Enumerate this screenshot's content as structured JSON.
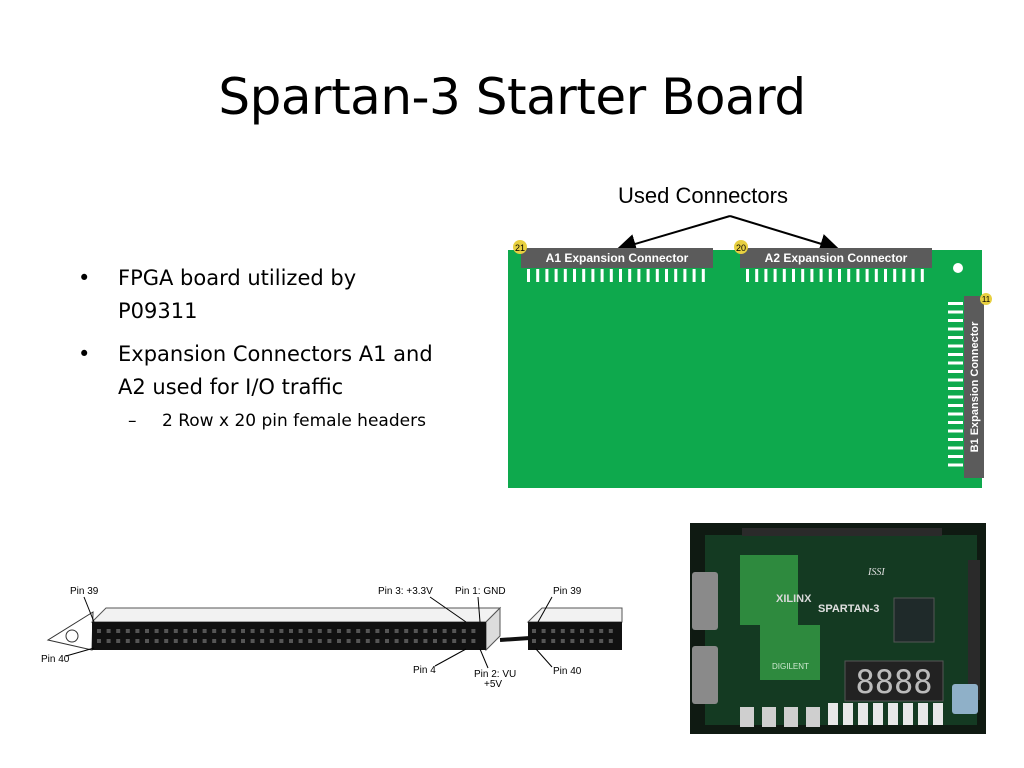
{
  "slide": {
    "title": "Spartan-3 Starter Board",
    "bullets": [
      "FPGA board utilized by P09311",
      "Expansion Connectors A1 and A2 used for I/O traffic"
    ],
    "sub_bullets": [
      "2 Row x 20 pin female headers"
    ],
    "bullet_glyph": "•",
    "sub_bullet_glyph": "–"
  },
  "board_diagram": {
    "callout": "Used Connectors",
    "a1_label": "A1 Expansion Connector",
    "a2_label": "A2 Expansion Connector",
    "b1_label": "B1 Expansion Connector",
    "a1_badge": "21",
    "a2_badge": "20",
    "b1_badge": "11",
    "board_color": "#0ea94d"
  },
  "header_diagram": {
    "pin39_left": "Pin 39",
    "pin40_left": "Pin 40",
    "pin3": "Pin 3: +3.3V",
    "pin1": "Pin 1: GND",
    "pin4": "Pin 4",
    "pin2": "Pin 2: VU",
    "plus5v": "+5V",
    "pin39_right": "Pin 39",
    "pin40_right": "Pin 40"
  },
  "photo": {
    "xilinx": "XILINX",
    "spartan": "SPARTAN-3",
    "digilent": "DIGILENT",
    "issi": "ISSI",
    "display": "8888"
  }
}
